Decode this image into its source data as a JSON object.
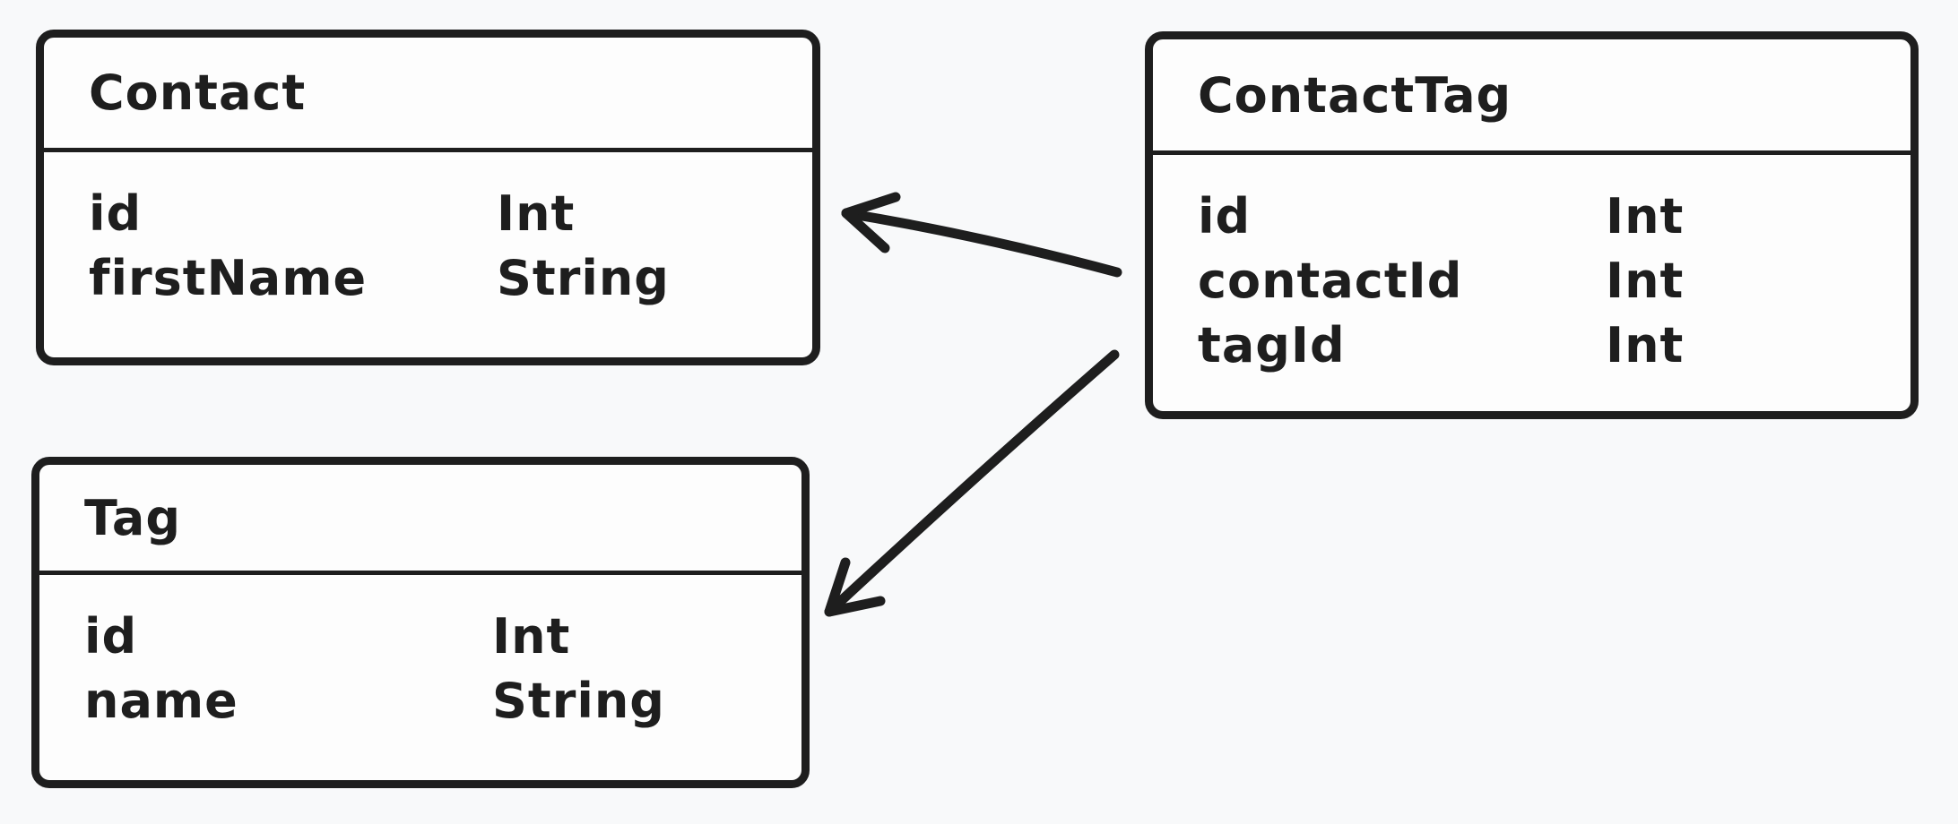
{
  "canvas": {
    "background": "#f8f9fa",
    "box_fill": "#fdfdfd",
    "stroke_color": "#1e1e1e"
  },
  "tables": [
    {
      "title": "Contact",
      "fields": [
        {
          "name": "id",
          "type": "Int"
        },
        {
          "name": "firstName",
          "type": "String"
        }
      ]
    },
    {
      "title": "ContactTag",
      "fields": [
        {
          "name": "id",
          "type": "Int"
        },
        {
          "name": "contactId",
          "type": "Int"
        },
        {
          "name": "tagId",
          "type": "Int"
        }
      ]
    },
    {
      "title": "Tag",
      "fields": [
        {
          "name": "id",
          "type": "Int"
        },
        {
          "name": "name",
          "type": "String"
        }
      ]
    }
  ],
  "relations": [
    {
      "from": "ContactTag",
      "to": "Contact"
    },
    {
      "from": "ContactTag",
      "to": "Tag"
    }
  ]
}
